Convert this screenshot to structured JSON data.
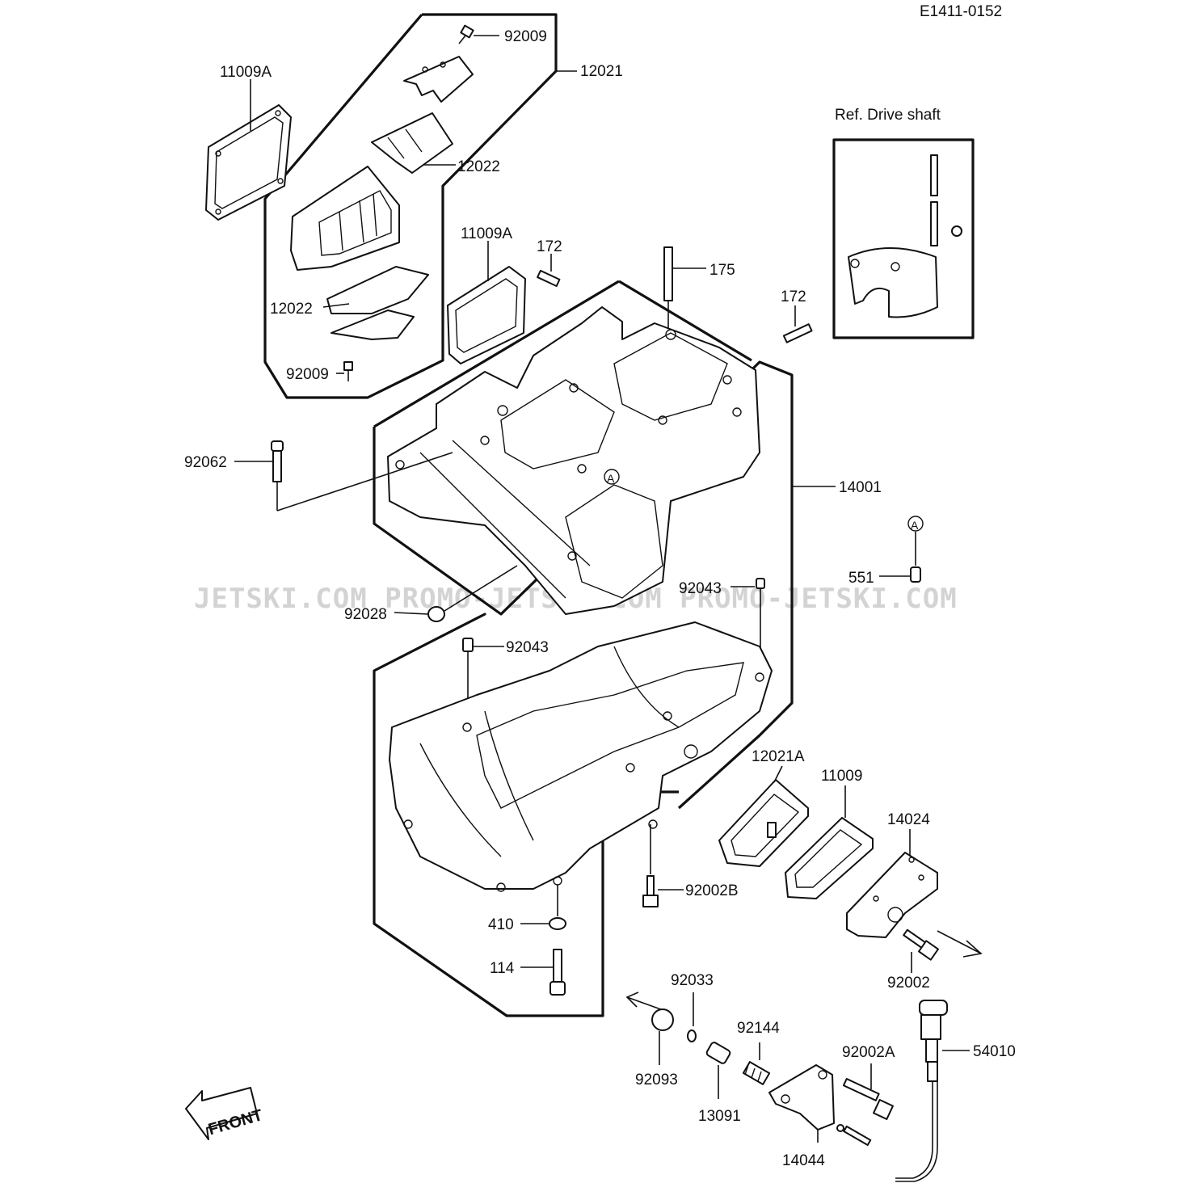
{
  "diagram_code": "E1411-0152",
  "reference_box_title": "Ref. Drive shaft",
  "watermark": "JETSKI.COM  PROMO-JETSKI.COM  PROMO-JETSKI.COM",
  "front_label": "FRONT",
  "circle_marker": "A",
  "part_labels": {
    "p92009_top": "92009",
    "p12021": "12021",
    "p11009A_left": "11009A",
    "p12022_right": "12022",
    "p11009A_mid": "11009A",
    "p172_left": "172",
    "p175": "175",
    "p172_right": "172",
    "p12022_left": "12022",
    "p92009_bottom": "92009",
    "p92062": "92062",
    "p14001": "14001",
    "p551": "551",
    "p92043_upper": "92043",
    "p92028": "92028",
    "p92043_lower": "92043",
    "p12021A": "12021A",
    "p11009": "11009",
    "p14024": "14024",
    "p92002B": "92002B",
    "p410": "410",
    "p114": "114",
    "p92002": "92002",
    "p92033": "92033",
    "p92144": "92144",
    "p92002A": "92002A",
    "p54010": "54010",
    "p92093": "92093",
    "p13091": "13091",
    "p14044": "14044"
  }
}
